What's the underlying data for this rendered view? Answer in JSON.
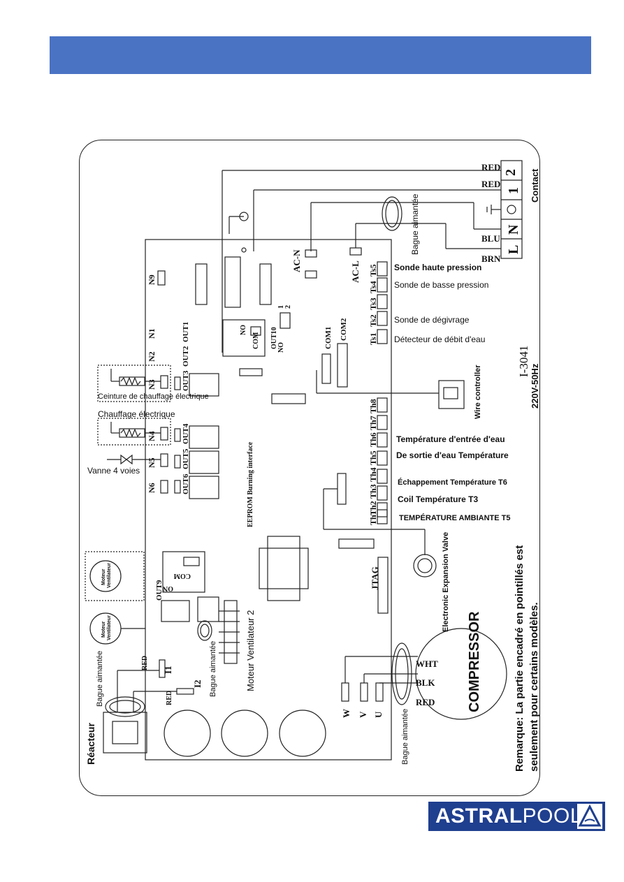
{
  "colors": {
    "header": "#4a73c4",
    "logo_bg": "#1f3f8f"
  },
  "logo": {
    "brand_bold": "ASTRAL",
    "brand_light": "POOL"
  },
  "diagram": {
    "power": {
      "spec": "220V-50Hz",
      "contact": "Contact",
      "L": "L",
      "N": "N",
      "t1": "1",
      "t2": "2",
      "brn": "BRN",
      "blu": "BLU",
      "red1": "RED",
      "red2": "RED"
    },
    "bague": "Bague aimantée",
    "acn": "AC-N",
    "acl": "AC-L",
    "model": "I-3041",
    "sensors": {
      "ts5": "Ts5",
      "ts4": "Ts4",
      "ts3": "Ts3",
      "ts2": "Ts2",
      "ts1": "Ts1",
      "haute": "Sonde haute pression",
      "basse": "Sonde de basse pression",
      "degiv": "Sonde de dégivrage",
      "debit": "Détecteur de débit d'eau"
    },
    "com1": "COM1",
    "com2": "COM2",
    "wire_controller": "Wire controller",
    "th": {
      "th8": "Th8",
      "th7": "Th7",
      "th6": "Th6",
      "th5": "Th5",
      "th4": "Th4",
      "th3": "Th3",
      "th2": "Th2",
      "th1": "Th1"
    },
    "temps": {
      "entree": "Température d'entrée d'eau",
      "sortie": "De sortie d'eau Température",
      "echap": "Échappement Température T6",
      "coil": "Coil Température T3",
      "ambiante": "TEMPÉRATURE AMBIANTE T5"
    },
    "eev": "Electronic Expansion Valve",
    "jtag": "JTAG",
    "compressor": "COMPRESSOR",
    "wht": "WHT",
    "blk": "BLK",
    "red_c": "RED",
    "w": "W",
    "v": "V",
    "u": "U",
    "remarque1": "Remarque: La partie encadré en pointillés est",
    "remarque2": "seulement pour certains modèles.",
    "n9": "N9",
    "n1": "N1",
    "n2": "N2",
    "n3": "N3",
    "n4": "N4",
    "n5": "N5",
    "n6": "N6",
    "out1": "OUT1",
    "out2": "OUT2",
    "out3": "OUT3",
    "out4": "OUT4",
    "out5": "OUT5",
    "out6": "OUT6",
    "out9": "OUT9",
    "out10": "OUT10",
    "no": "NO",
    "com": "COM",
    "no2": "NO",
    "sw1": "1",
    "sw2": "2",
    "eeprom": "EEPROM Burning interface",
    "ceinture": "Ceinture de chauffage électrique",
    "chauffage": "Chauffage électrique",
    "vanne": "Vanne 4 voies",
    "moteur_line1": "Moteur",
    "moteur_line2": "Ventilateur",
    "moteur2": "Moteur Ventilateur 2",
    "reacteur": "Réacteur",
    "i1": "I1",
    "i2": "I2",
    "red_i1": "RED",
    "red_i2": "RED",
    "com9": "COM",
    "on9": "ON"
  }
}
